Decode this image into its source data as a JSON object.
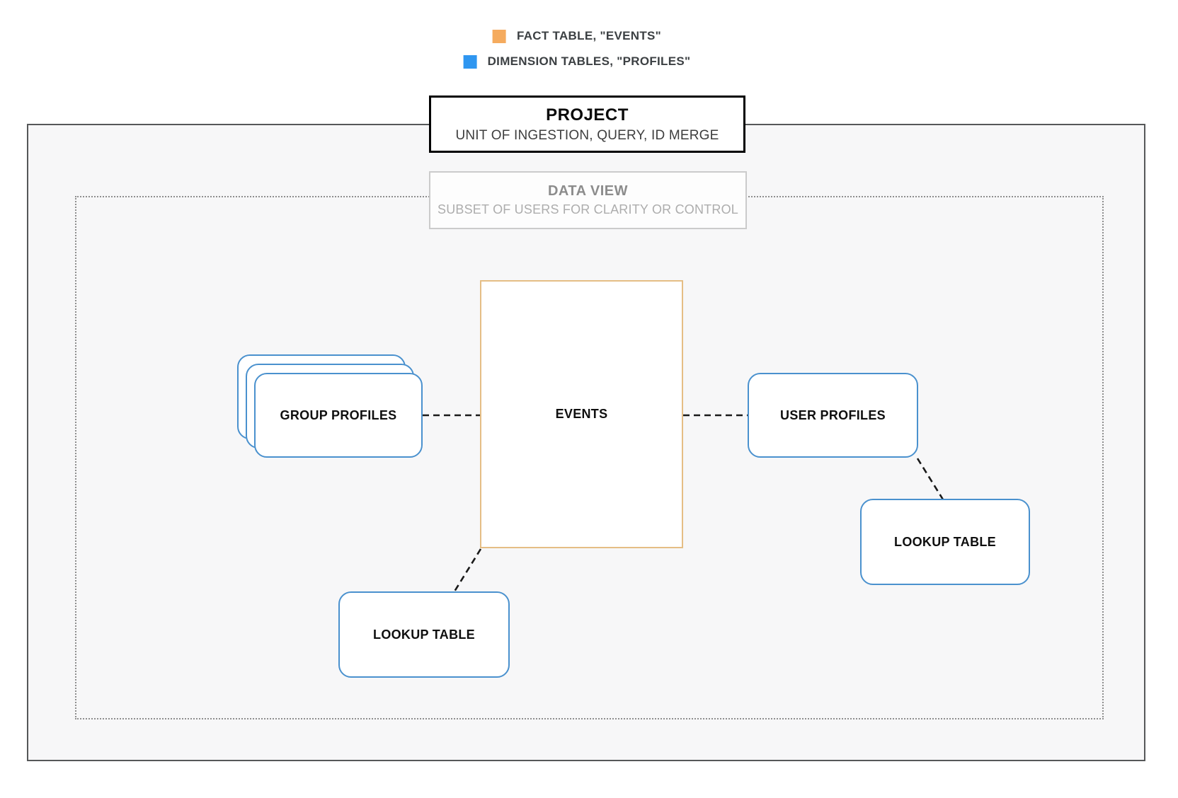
{
  "legend": {
    "items": [
      {
        "id": "fact",
        "label": "FACT TABLE, \"EVENTS\"",
        "color": "#F5AB5E"
      },
      {
        "id": "dimension",
        "label": "DIMENSION TABLES, \"PROFILES\"",
        "color": "#2F96F0"
      }
    ]
  },
  "project_box": {
    "title": "PROJECT",
    "subtitle": "UNIT OF INGESTION, QUERY, ID MERGE"
  },
  "data_view_box": {
    "title": "DATA VIEW",
    "subtitle": "SUBSET OF USERS FOR CLARITY OR CONTROL"
  },
  "nodes": {
    "events": {
      "label": "EVENTS",
      "kind": "fact-table"
    },
    "group_profiles": {
      "label": "GROUP PROFILES",
      "kind": "dimension-table",
      "stacked": true
    },
    "user_profiles": {
      "label": "USER PROFILES",
      "kind": "dimension-table"
    },
    "lookup_left": {
      "label": "LOOKUP TABLE",
      "kind": "dimension-table"
    },
    "lookup_right": {
      "label": "LOOKUP TABLE",
      "kind": "dimension-table"
    }
  },
  "edges": [
    {
      "from": "group_profiles",
      "to": "events",
      "style": "dashed"
    },
    {
      "from": "events",
      "to": "user_profiles",
      "style": "dashed"
    },
    {
      "from": "events",
      "to": "lookup_left",
      "style": "dashed"
    },
    {
      "from": "user_profiles",
      "to": "lookup_right",
      "style": "dashed"
    }
  ],
  "colors": {
    "fact_legend_fill": "#F5AB5E",
    "dimension_legend_fill": "#2F96F0",
    "fact_node_border": "#E5BE85",
    "dimension_node_border": "#4A91CE",
    "connector": "#1A1A1A",
    "outer_container_border": "#565859",
    "dotted_container_border": "#8E8E8E"
  }
}
